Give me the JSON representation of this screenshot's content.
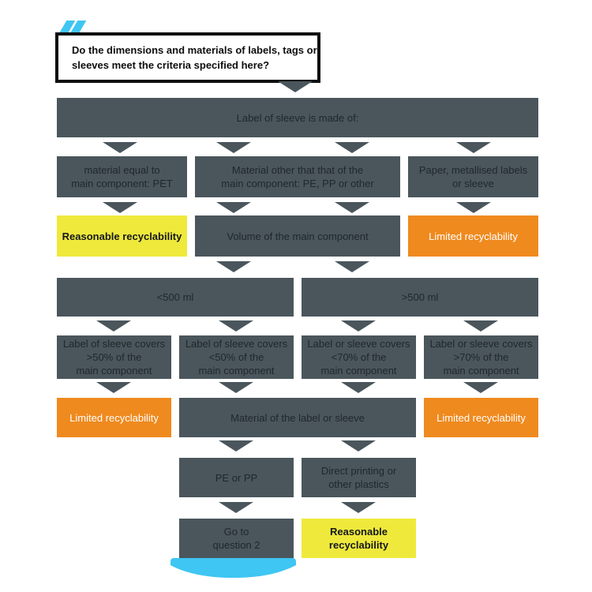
{
  "palette": {
    "node_slate": "#4a565c",
    "result_yellow": "#efe93c",
    "result_orange": "#ef8a1f",
    "accent_cyan": "#3fc6f2",
    "node_text": "#20272b",
    "orange_text": "#ffffff"
  },
  "question_box": {
    "icon": "cyan-ribbon-icon",
    "lines": [
      "Do the dimensions and materials of labels, tags or",
      "sleeves meet the criteria specified here?"
    ]
  },
  "nodes": {
    "made_of": {
      "label": "Label of sleeve is made of:"
    },
    "pet": {
      "lines": [
        "material equal to",
        "main component: PET"
      ]
    },
    "other_material": {
      "lines": [
        "Material other that that of the",
        "main component: PE, PP or other"
      ]
    },
    "paper": {
      "lines": [
        "Paper, metallised labels",
        "or sleeve"
      ]
    },
    "reasonable_1": {
      "label": "Reasonable recyclability"
    },
    "volume": {
      "label": "Volume of the main component"
    },
    "limited_1": {
      "label": "Limited recyclability"
    },
    "lt500": {
      "label": "<500 ml"
    },
    "gt500": {
      "label": ">500 ml"
    },
    "cov_gt50": {
      "lines": [
        "Label of sleeve covers",
        ">50% of the",
        "main component"
      ]
    },
    "cov_lt50": {
      "lines": [
        "Label of sleeve covers",
        "<50% of the",
        "main component"
      ]
    },
    "cov_lt70": {
      "lines": [
        "Label or sleeve covers",
        "<70% of the",
        "main component"
      ]
    },
    "cov_gt70": {
      "lines": [
        "Label or sleeve covers",
        ">70% of the",
        "main component"
      ]
    },
    "limited_2": {
      "label": "Limited recyclability"
    },
    "material_of_label": {
      "label": "Material of the label or sleeve"
    },
    "limited_3": {
      "label": "Limited recyclability"
    },
    "pe_pp": {
      "label": "PE or PP"
    },
    "direct_printing": {
      "lines": [
        "Direct printing or",
        "other plastics"
      ]
    },
    "goto_q2": {
      "lines": [
        "Go to",
        "question 2"
      ]
    },
    "reasonable_2": {
      "lines": [
        "Reasonable",
        "recyclability"
      ]
    }
  }
}
